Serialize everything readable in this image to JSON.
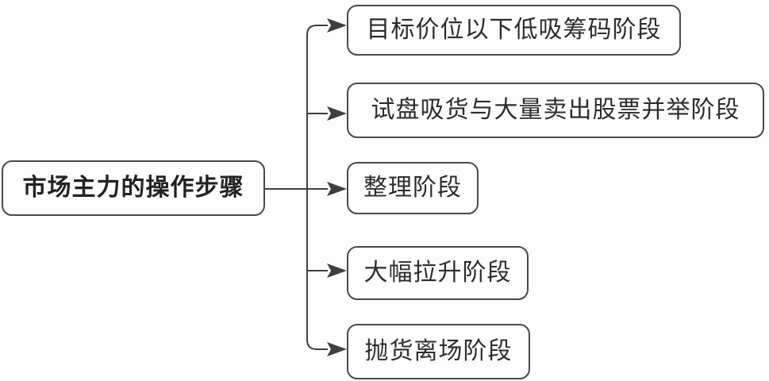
{
  "diagram": {
    "root": {
      "label": "市场主力的操作步骤"
    },
    "branches": [
      {
        "label": "目标价位以下低吸筹码阶段"
      },
      {
        "label": "试盘吸货与大量卖出股票并举阶段"
      },
      {
        "label": "整理阶段"
      },
      {
        "label": "大幅拉升阶段"
      },
      {
        "label": "抛货离场阶段"
      }
    ],
    "colors": {
      "line": "#3f3f3f",
      "border": "#4a4a4a",
      "text": "#2d2d2d",
      "background": "#fdfdfd"
    }
  }
}
